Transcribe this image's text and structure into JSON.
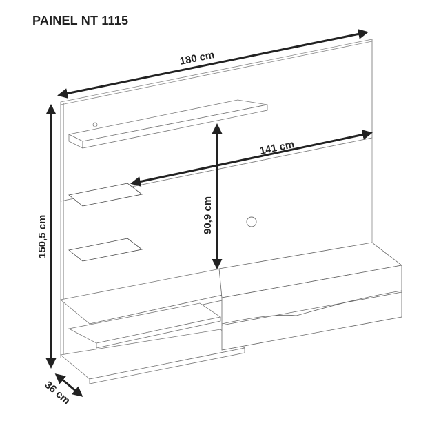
{
  "title": "PAINEL NT 1115",
  "dimensions": {
    "width": "180 cm",
    "height": "150,5 cm",
    "depth": "36 cm",
    "rack_width": "141 cm",
    "shelf_gap": "90,9 cm"
  },
  "colors": {
    "line": "#777777",
    "arrow": "#222222",
    "background": "#ffffff"
  }
}
